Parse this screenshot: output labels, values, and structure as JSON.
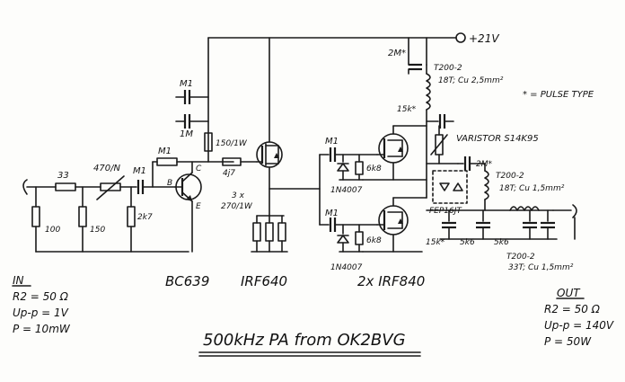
{
  "supply": "+21V",
  "pulse_note": "* = PULSE TYPE",
  "title": "500kHz PA from OK2BVG",
  "input_block": {
    "heading": "IN",
    "line1": "R2 = 50 Ω",
    "line2": "Up-p = 1V",
    "line3": "P = 10mW"
  },
  "output_block": {
    "heading": "OUT",
    "line1": "R2 = 50 Ω",
    "line2": "Up-p = 140V",
    "line3": "P = 50W"
  },
  "components": {
    "r_33": "33",
    "r_470": "470/N",
    "r_100": "100",
    "r_150": "150",
    "c_m1_in": "M1",
    "r_2k7": "2k7",
    "r_m1_base": "M1",
    "label_b": "B",
    "label_c": "C",
    "label_e": "E",
    "c_m1_a": "M1",
    "c_1m": "1M",
    "r_150_1w": "150/1W",
    "r_4j7": "4j7",
    "r_3x": "3 x",
    "r_3x_val": "270/1W",
    "c_2m": "2M*",
    "l_t200_1": "T200-2",
    "l_t200_1_spec": "18T; Cu 2,5mm²",
    "r_15k": "15k*",
    "varistor": "VARISTOR S14K95",
    "c_m1_g1": "M1",
    "d1": "1N4007",
    "r_6k8_1": "6k8",
    "c_m1_g2": "M1",
    "d2": "1N4007",
    "r_6k8_2": "6k8",
    "c_2m_out": "2M*",
    "l_t200_2": "T200-2",
    "l_t200_2_spec": "18T; Cu 1,5mm²",
    "fep": "FEP16JT",
    "c_15k_out": "15k*",
    "c_5k6_1": "5k6",
    "c_5k6_2": "5k6",
    "l_t200_3": "T200-2",
    "l_t200_3_spec": "33T; Cu 1,5mm²"
  },
  "part_labels": {
    "q1": "BC639",
    "q2": "IRF640",
    "q3": "2x IRF840"
  }
}
